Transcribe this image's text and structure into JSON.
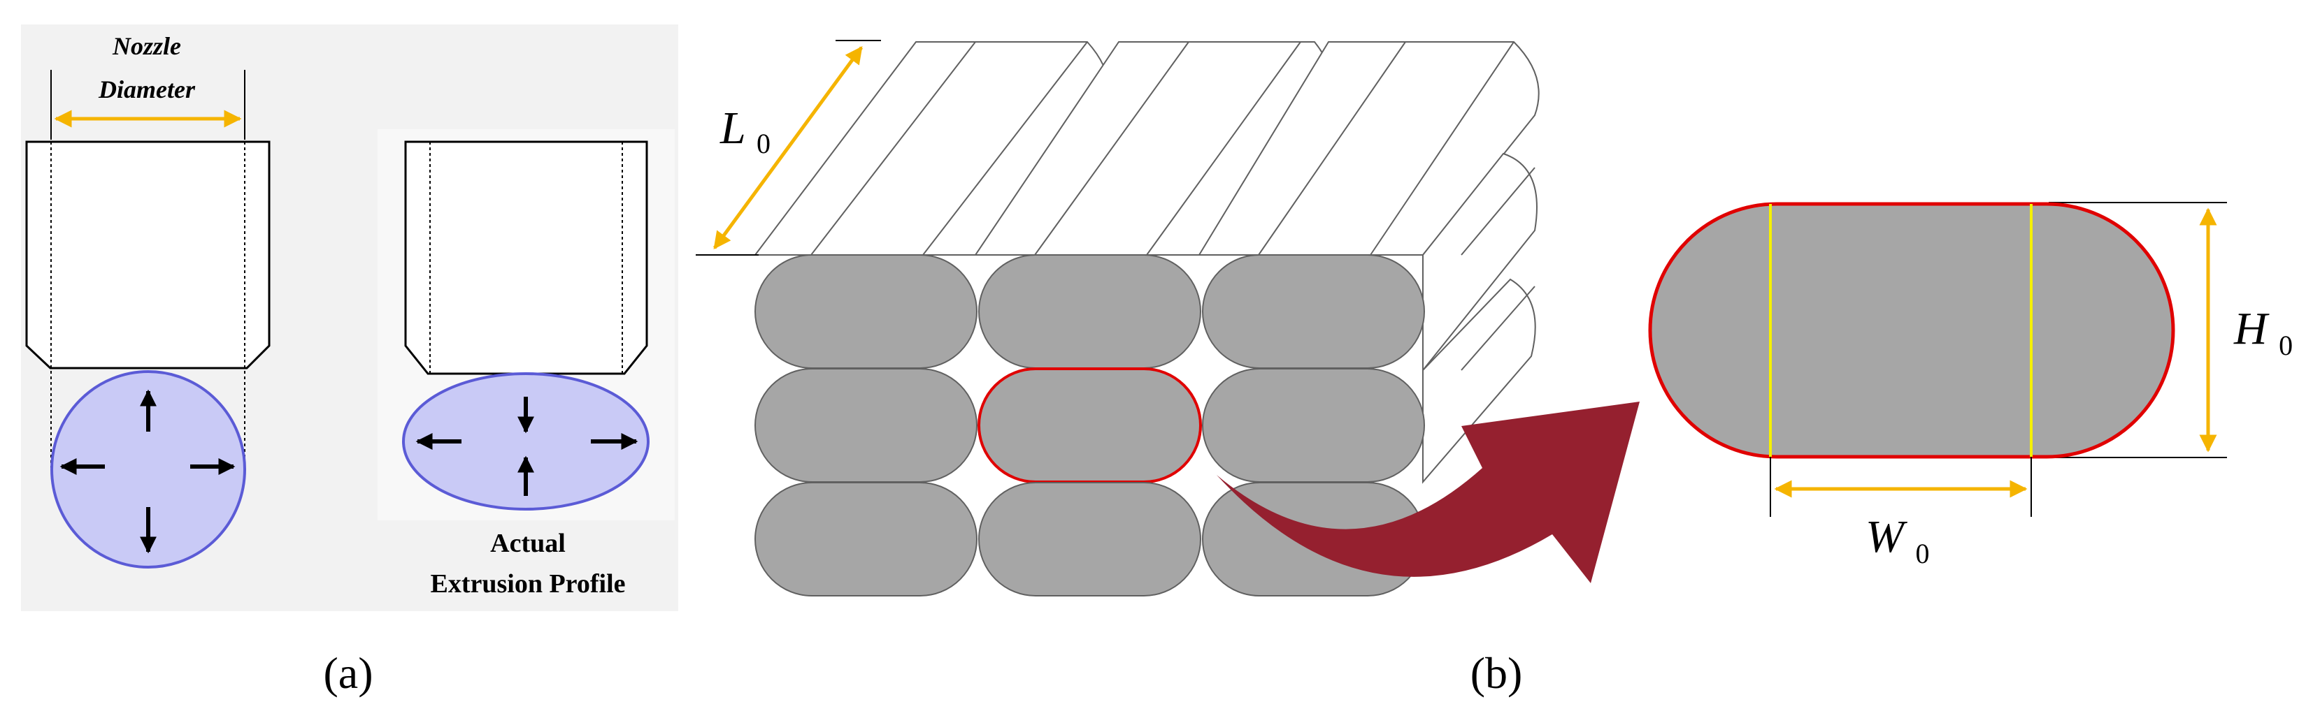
{
  "panel_a": {
    "caption": "(a)",
    "nozzle_label_line1": "Nozzle",
    "nozzle_label_line2": "Diameter",
    "profile_label_line1": "Actual",
    "profile_label_line2": "Extrusion Profile"
  },
  "panel_b": {
    "caption": "(b)",
    "length_label": "L",
    "length_subscript": "0",
    "height_label": "H",
    "height_subscript": "0",
    "width_label": "W",
    "width_subscript": "0"
  },
  "colors": {
    "dimension_arrow": "#f5b400",
    "filament_fill": "#a6a6a6",
    "highlight_outline": "#e00000",
    "curved_arrow": "#95202f",
    "extrusion_fill": "#c9caf6",
    "extrusion_outline": "#5b5bd6",
    "panel_a_background": "#f2f2f2"
  }
}
